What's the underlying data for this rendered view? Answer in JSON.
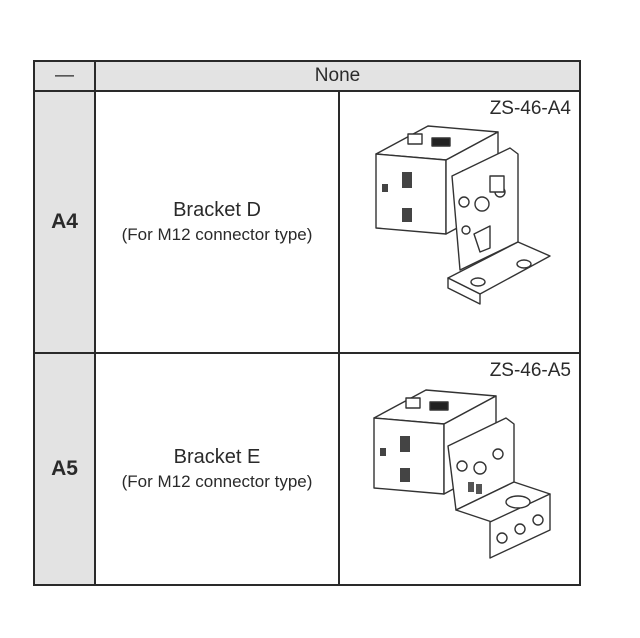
{
  "table": {
    "header": {
      "code": "—",
      "label": "None"
    },
    "rows": [
      {
        "code": "A4",
        "name": "Bracket D",
        "note": "(For M12 connector type)",
        "model": "ZS-46-A4",
        "image_icon": "bracket-d-illustration"
      },
      {
        "code": "A5",
        "name": "Bracket E",
        "note": "(For M12 connector type)",
        "model": "ZS-46-A5",
        "image_icon": "bracket-e-illustration"
      }
    ]
  },
  "colors": {
    "header_bg": "#e3e3e3",
    "line": "#2a2a2a"
  }
}
